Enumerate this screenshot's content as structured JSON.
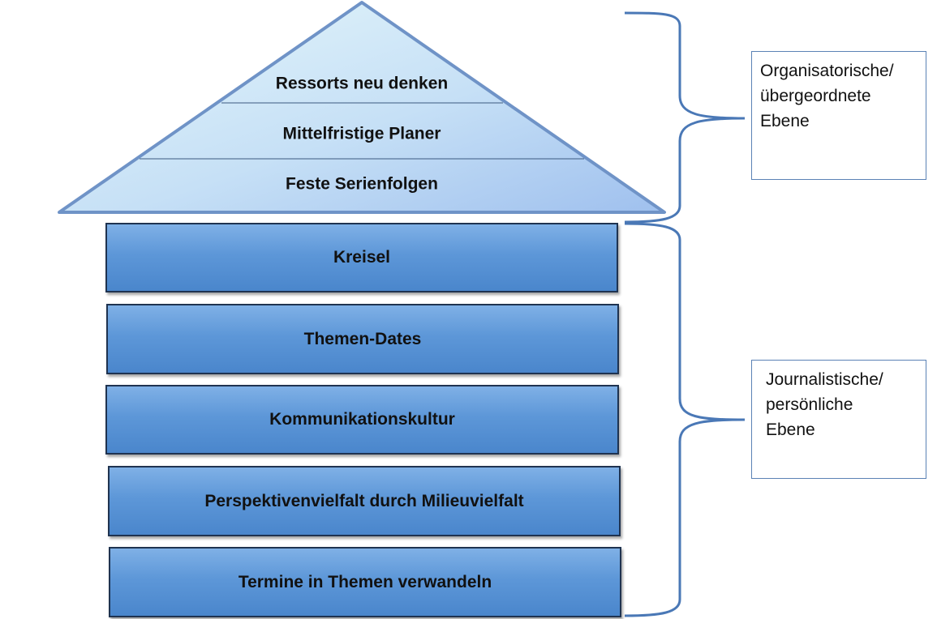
{
  "roof": {
    "levels": [
      {
        "label": "Ressorts neu denken"
      },
      {
        "label": "Mittelfristige Planer"
      },
      {
        "label": "Feste Serienfolgen"
      }
    ]
  },
  "blocks": [
    {
      "label": "Kreisel"
    },
    {
      "label": "Themen-Dates"
    },
    {
      "label": "Kommunikationskultur"
    },
    {
      "label": "Perspektivenvielfalt durch Milieuvielfalt"
    },
    {
      "label": "Termine in Themen verwandeln"
    }
  ],
  "groups": [
    {
      "lines": [
        "Organisatorische/",
        "übergeordnete",
        "Ebene"
      ]
    },
    {
      "lines": [
        "Journalistische/",
        "persönliche",
        "Ebene"
      ]
    }
  ],
  "colors": {
    "roof_top": "#cfe6f8",
    "roof_bottom": "#a9c9ef",
    "roof_outline": "#6f93c7",
    "block_fill": "#5d97d8",
    "block_border": "#1f3350",
    "bracket": "#4a78b6"
  }
}
